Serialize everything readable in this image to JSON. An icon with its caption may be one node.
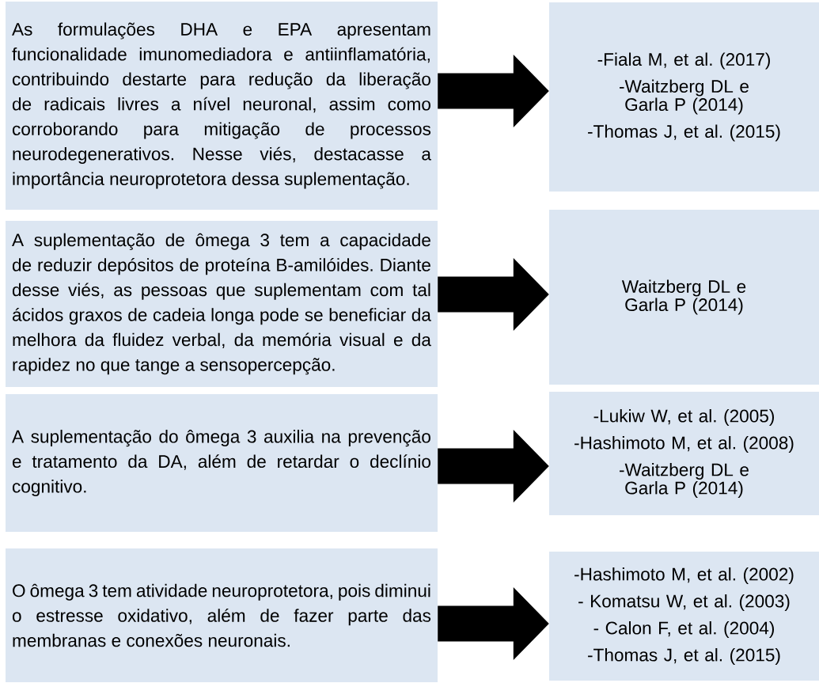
{
  "diagram": {
    "nodes": [
      {
        "text": [
          "As formulações DHA e EPA apresentam funcionalidade imunomediadora e antiinflamatória, contribuindo destarte para redução da liberação de radicais livres a nível neuronal, assim como corroborando para mitigação de processos neurodegenerativos. Nesse viés, destacasse a importância neuroprotetora dessa suplementação."
        ]
      },
      {
        "text": [
          "-Fiala M, et al. (2017)",
          "-Waitzberg DL e Garla P (2014)",
          "-Thomas J, et al. (2015)"
        ]
      },
      {
        "text": [
          "A suplementação de ômega 3 tem a capacidade de reduzir depósitos de proteína B-amilóides. Diante desse viés, as pessoas que suplementam com tal ácidos graxos de cadeia longa pode se beneficiar da melhora da fluidez verbal, da memória visual e da rapidez no que tange a sensopercepção."
        ]
      },
      {
        "text": [
          "Waitzberg DL e Garla P (2014)"
        ]
      },
      {
        "text": [
          "A suplementação do ômega 3 auxilia na prevenção e tratamento da DA, além de retardar o declínio cognitivo."
        ]
      },
      {
        "text": [
          "-Lukiw W, et al. (2005)",
          "-Hashimoto M, et al. (2008)",
          "-Waitzberg DL e Garla P (2014)"
        ]
      },
      {
        "text": [
          "O ômega 3 tem atividade neuroprotetora, pois diminui o estresse oxidativo, além de fazer parte das membranas e conexões neuronais."
        ]
      },
      {
        "text": [
          "-Hashimoto M, et al. (2002)",
          "- Komatsu W, et al. (2003)",
          "- Calon F, et al. (2004)",
          "-Thomas J, et al. (2015)"
        ]
      }
    ],
    "edges": [
      {
        "from": 0,
        "to": 1,
        "arrow": "to"
      },
      {
        "from": 2,
        "to": 3,
        "arrow": "to"
      },
      {
        "from": 4,
        "to": 5,
        "arrow": "to"
      },
      {
        "from": 6,
        "to": 7,
        "arrow": "to"
      }
    ]
  }
}
